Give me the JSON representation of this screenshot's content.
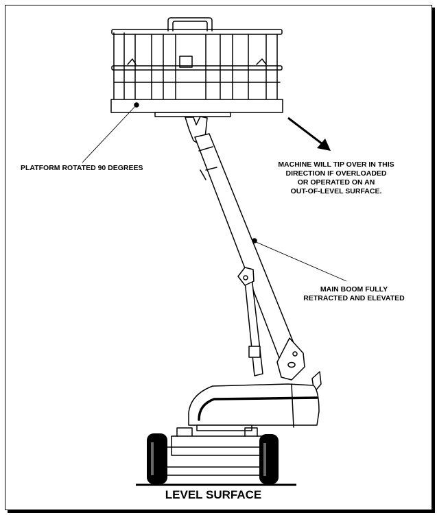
{
  "labels": {
    "platform": "PLATFORM ROTATED 90 DEGREES",
    "tip_warning": [
      "MACHINE WILL TIP OVER IN THIS",
      "DIRECTION IF OVERLOADED",
      "OR OPERATED ON AN",
      "OUT-OF-LEVEL SURFACE."
    ],
    "boom": [
      "MAIN BOOM FULLY",
      "RETRACTED AND ELEVATED"
    ],
    "surface": "LEVEL SURFACE"
  }
}
